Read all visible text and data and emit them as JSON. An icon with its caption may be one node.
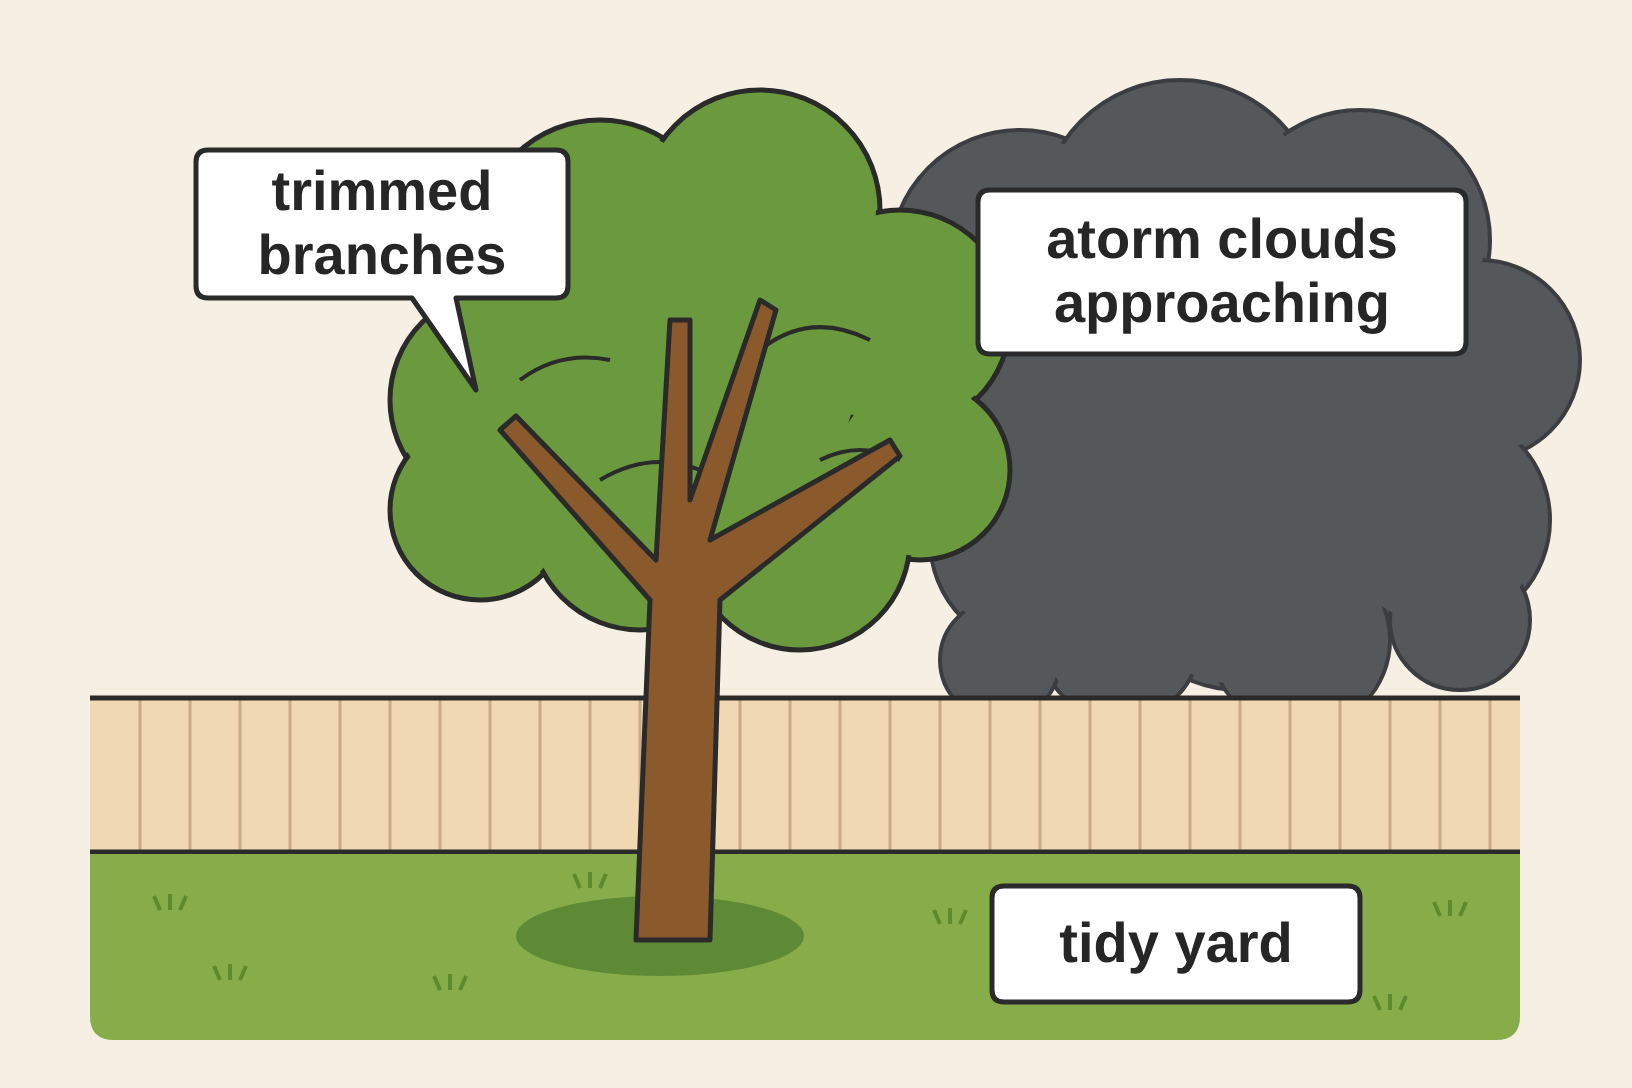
{
  "diagram": {
    "nodes": [
      {
        "text": [
          "trimmed branches"
        ]
      },
      {
        "text": [
          "atorm clouds approaching"
        ]
      },
      {
        "text": [
          "tidy yard"
        ]
      }
    ]
  }
}
